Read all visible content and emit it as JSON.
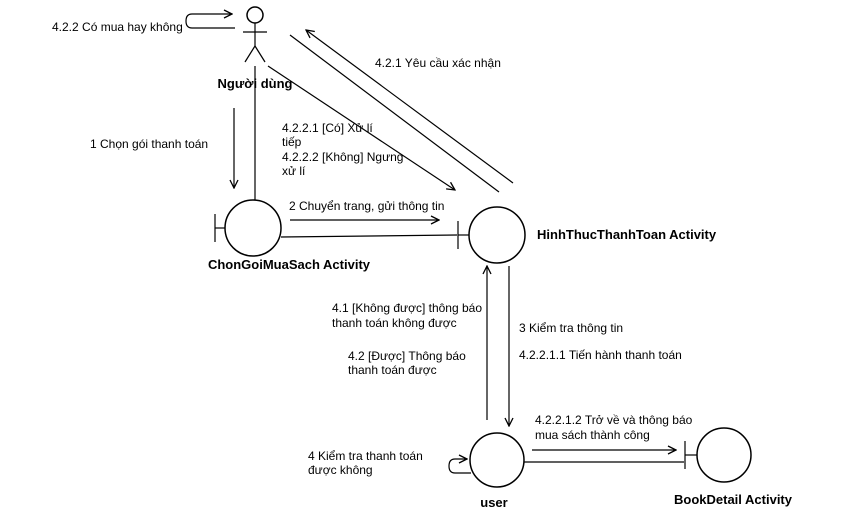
{
  "nodes": {
    "actor": "Người dùng",
    "chon": "ChonGoiMuaSach Activity",
    "hinh": "HinhThucThanhToan Activity",
    "user": "user",
    "book": "BookDetail Activity"
  },
  "messages": {
    "m422": "4.2.2 Có mua hay không",
    "m421": "4.2.1 Yêu cầu xác nhận",
    "m1": "1 Chọn gói thanh toán",
    "m4221_a": "4.2.2.1 [Có] Xử lí",
    "m4221_b": "tiếp",
    "m4222_a": "4.2.2.2 [Không] Ngưng",
    "m4222_b": "xử lí",
    "m2": "2 Chuyển trang, gửi thông tin",
    "m41_a": "4.1 [Không được] thông báo",
    "m41_b": "thanh toán không được",
    "m3": "3 Kiểm tra thông tin",
    "m42_a": "4.2 [Được] Thông báo",
    "m42_b": "thanh toán được",
    "m42211": "4.2.2.1.1 Tiến hành thanh toán",
    "m42212_a": "4.2.2.1.2 Trở về và thông báo",
    "m42212_b": "mua sách thành công",
    "m4_a": "4 Kiểm tra thanh toán",
    "m4_b": "được không"
  }
}
